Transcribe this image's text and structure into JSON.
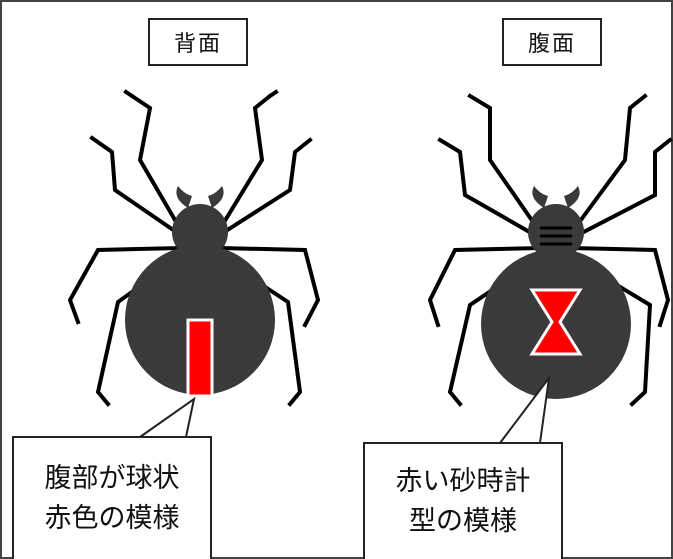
{
  "labels": {
    "back": "背面",
    "belly": "腹面"
  },
  "callouts": {
    "left": [
      "腹部が球状",
      "赤色の模様"
    ],
    "right": [
      "赤い砂時計",
      "型の模様"
    ]
  },
  "colors": {
    "body": "#3a3a3a",
    "marking": "#ff0000",
    "legs": "#000000"
  }
}
